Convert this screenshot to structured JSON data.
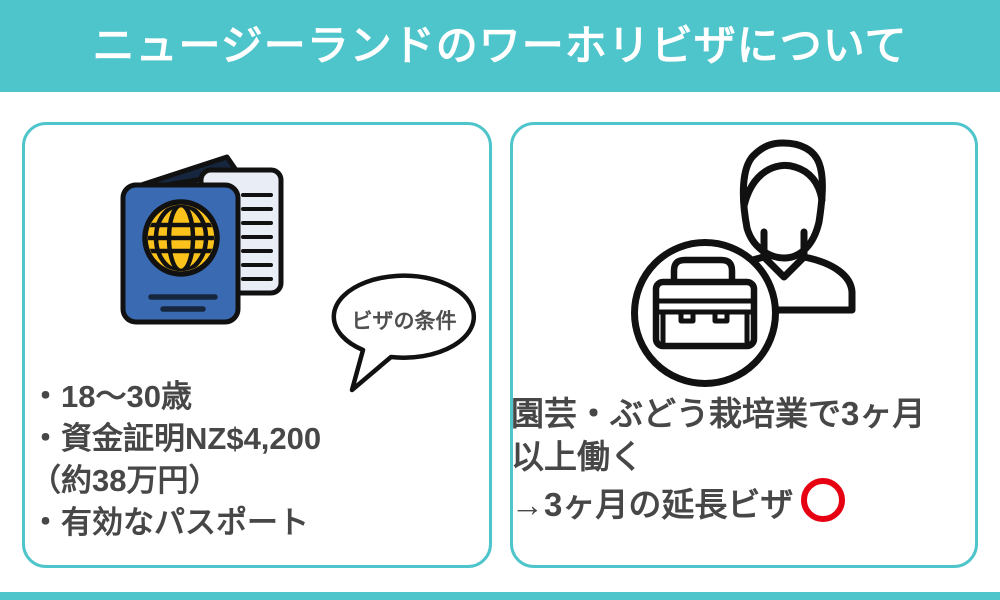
{
  "banner": {
    "title": "ニュージーランドのワーホリビザについて",
    "bg_color": "#4ec4cb",
    "text_color": "#ffffff"
  },
  "left_card": {
    "icon": "passport-icon",
    "bubble_label": "ビザの条件",
    "bullets": [
      "・18〜30歳",
      "・資金証明NZ$4,200",
      "（約38万円）",
      "・有効なパスポート"
    ]
  },
  "right_card": {
    "icon": "worker-with-briefcase-icon",
    "line1": "園芸・ぶどう栽培業で3ヶ月",
    "line2": "以上働く",
    "line3": "→3ヶ月の延長ビザ",
    "mark": "red-circle-ok"
  },
  "colors": {
    "teal": "#4ec4cb",
    "text_gray": "#474747",
    "bubble_text_gray": "#4f4f4f",
    "red": "#e60012",
    "passport_blue": "#3a6ab1",
    "passport_navy": "#16263f",
    "globe_yellow": "#fcc21c",
    "page_light": "#e9edf6",
    "outline_black": "#111111"
  }
}
